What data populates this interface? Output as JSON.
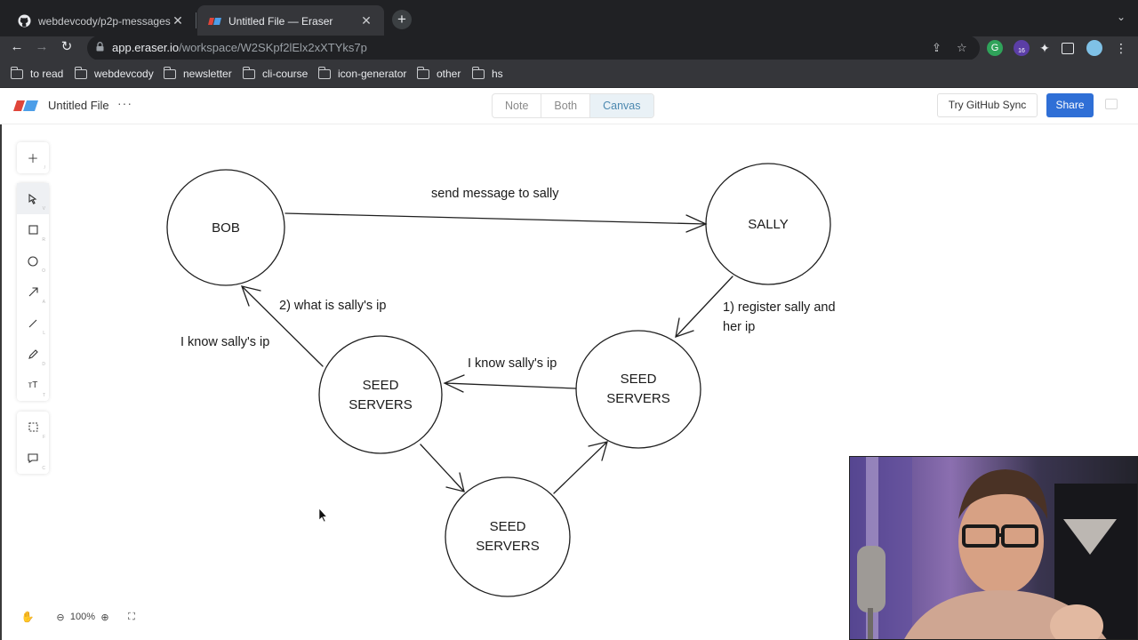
{
  "browser": {
    "tabs": [
      {
        "title": "webdevcody/p2p-messages",
        "active": false
      },
      {
        "title": "Untitled File — Eraser",
        "active": true
      }
    ],
    "url_host": "app.eraser.io",
    "url_path": "/workspace/W2SKpf2lElx2xXTYks7p",
    "extension_badge": "16",
    "bookmarks": [
      "to read",
      "webdevcody",
      "newsletter",
      "cli-course",
      "icon-generator",
      "other",
      "hs"
    ]
  },
  "app": {
    "file_title": "Untitled File",
    "modes": [
      "Note",
      "Both",
      "Canvas"
    ],
    "active_mode": "Canvas",
    "sync_label": "Try GitHub Sync",
    "share_label": "Share",
    "zoom": "100%"
  },
  "diagram": {
    "nodes": {
      "bob": "BOB",
      "sally": "SALLY",
      "seed_left": [
        "SEED",
        "SERVERS"
      ],
      "seed_right": [
        "SEED",
        "SERVERS"
      ],
      "seed_bottom": [
        "SEED",
        "SERVERS"
      ]
    },
    "labels": {
      "send_message": "send message to sally",
      "register_line1": "1) register sally and",
      "register_line2": "her ip",
      "what_ip": "2) what is sally's ip",
      "know_ip_left": "I know sally's ip",
      "know_ip_mid": "I know sally's ip"
    }
  },
  "colors": {
    "share_button": "#2f6fd6",
    "active_mode_text": "#4c89b0",
    "chrome_dark": "#202124"
  }
}
